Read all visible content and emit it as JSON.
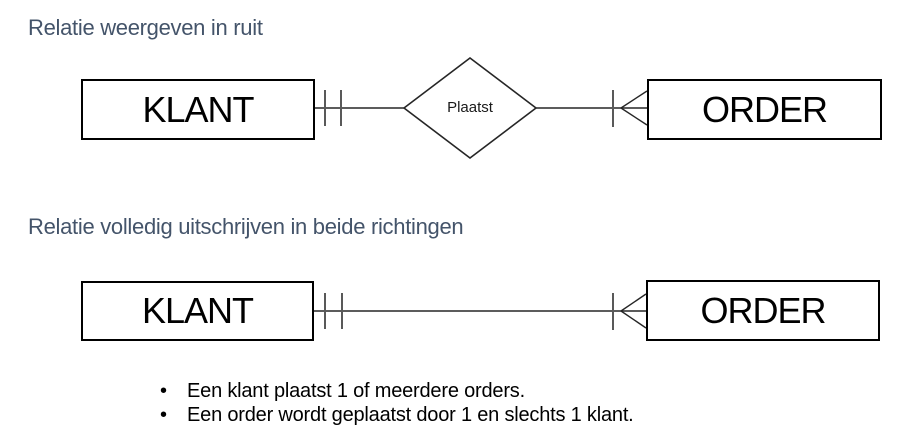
{
  "colors": {
    "background": "#ffffff",
    "heading": "#44546A",
    "box_border": "#000000",
    "line": "#262626",
    "tick": "#595959",
    "text": "#000000"
  },
  "sections": [
    {
      "heading": "Relatie weergeven in ruit",
      "diagram": {
        "left_entity": "KLANT",
        "relation_label": "Plaatst",
        "right_entity": "ORDER",
        "left_cardinality_icon": "one-and-only-one-ticks",
        "right_cardinality_icon": "one-or-many-crow-foot"
      }
    },
    {
      "heading": "Relatie volledig uitschrijven in beide richtingen",
      "diagram": {
        "left_entity": "KLANT",
        "right_entity": "ORDER",
        "left_cardinality_icon": "one-and-only-one-ticks",
        "right_cardinality_icon": "one-or-many-crow-foot"
      }
    }
  ],
  "bullets": [
    "Een klant plaatst 1 of meerdere orders.",
    "Een order wordt geplaatst door 1 en slechts 1 klant."
  ]
}
